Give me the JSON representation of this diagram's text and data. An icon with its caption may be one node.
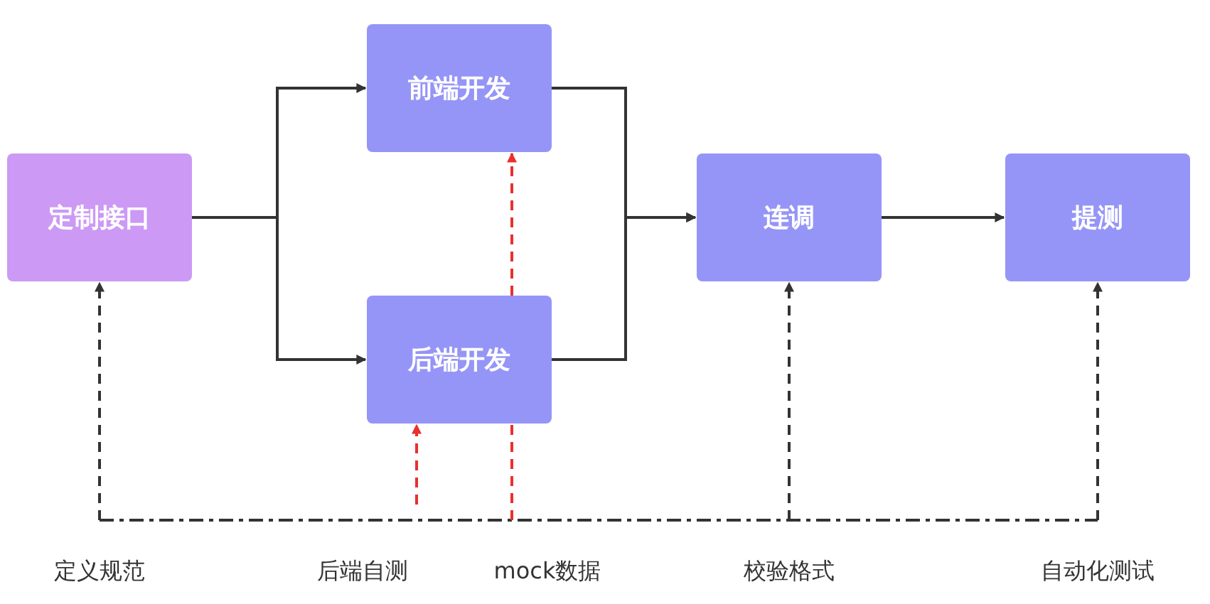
{
  "diagram": {
    "nodes": [
      {
        "text": [
          "定制接口"
        ]
      },
      {
        "text": [
          "前端开发"
        ]
      },
      {
        "text": [
          "后端开发"
        ]
      },
      {
        "text": [
          "连调"
        ]
      },
      {
        "text": [
          "提测"
        ]
      }
    ],
    "edges": [
      {
        "from": 0,
        "to": 1,
        "arrow": "to"
      },
      {
        "from": 0,
        "to": 2,
        "arrow": "to"
      },
      {
        "from": 1,
        "to": 3,
        "arrow": "to"
      },
      {
        "from": 2,
        "to": 3,
        "arrow": "to"
      },
      {
        "from": 3,
        "to": 4,
        "arrow": "to"
      },
      {
        "from": null,
        "to": 0,
        "arrow": "to",
        "style": "dashed"
      },
      {
        "from": null,
        "to": 2,
        "arrow": "to",
        "style": "dashed",
        "color": "#e8302e"
      },
      {
        "from": null,
        "to": 1,
        "arrow": "to",
        "style": "dashed",
        "color": "#e8302e"
      },
      {
        "from": null,
        "to": 3,
        "arrow": "to",
        "style": "dashed"
      },
      {
        "from": null,
        "to": 4,
        "arrow": "to",
        "style": "dashed"
      }
    ],
    "labels": [
      "定义规范",
      "后端自测",
      "mock数据",
      "校验格式",
      "自动化测试"
    ]
  }
}
